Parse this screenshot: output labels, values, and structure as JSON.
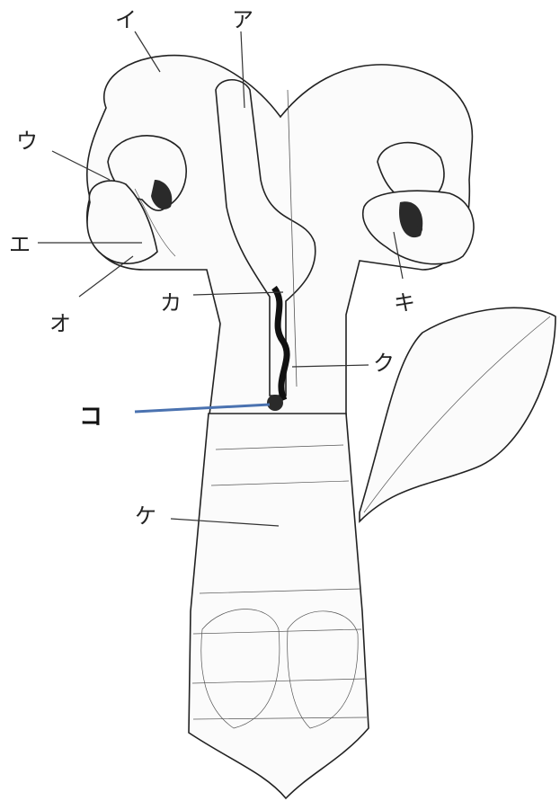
{
  "labels": {
    "a": "ア",
    "i": "イ",
    "u": "ウ",
    "e": "エ",
    "o": "オ",
    "ka": "カ",
    "ki": "キ",
    "ku": "ク",
    "ke": "ケ",
    "ko": "コ"
  },
  "colors": {
    "highlight_leader": "#4a72b0",
    "ink": "#222222"
  }
}
